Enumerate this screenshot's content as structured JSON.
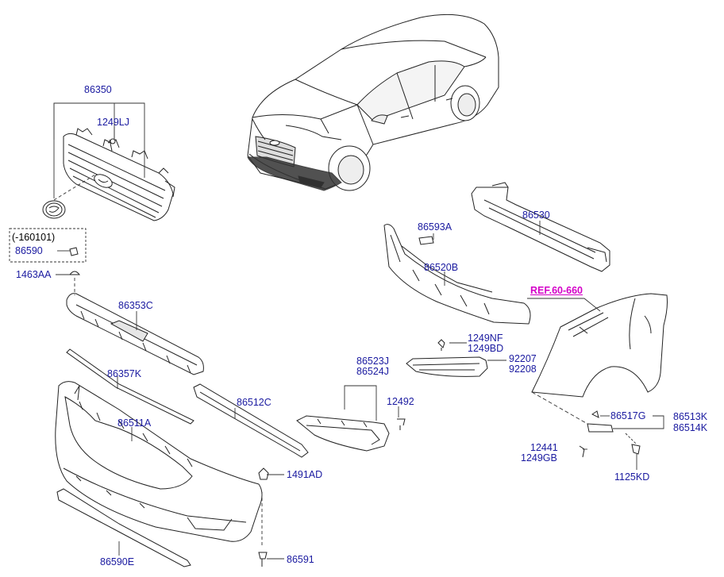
{
  "labels": {
    "p86350": "86350",
    "p1249LJ": "1249LJ",
    "range_note": "(-160101)",
    "p86590": "86590",
    "p1463AA": "1463AA",
    "p86353C": "86353C",
    "p86357K": "86357K",
    "p86511A": "86511A",
    "p86512C": "86512C",
    "p1491AD": "1491AD",
    "p86590E": "86590E",
    "p86591": "86591",
    "p86593A": "86593A",
    "p86520B": "86520B",
    "p86530": "86530",
    "ref": "REF.60-660",
    "p1249NF": "1249NF",
    "p1249BD": "1249BD",
    "p92207": "92207",
    "p92208": "92208",
    "p86523J": "86523J",
    "p86524J": "86524J",
    "p12492": "12492",
    "p86517G": "86517G",
    "p86513K": "86513K",
    "p86514K": "86514K",
    "p12441": "12441",
    "p1249GB": "1249GB",
    "p1125KD": "1125KD"
  },
  "colors": {
    "part_number": "#1a1aa0",
    "reference_link": "#d400c8",
    "line_art": "#222222"
  }
}
